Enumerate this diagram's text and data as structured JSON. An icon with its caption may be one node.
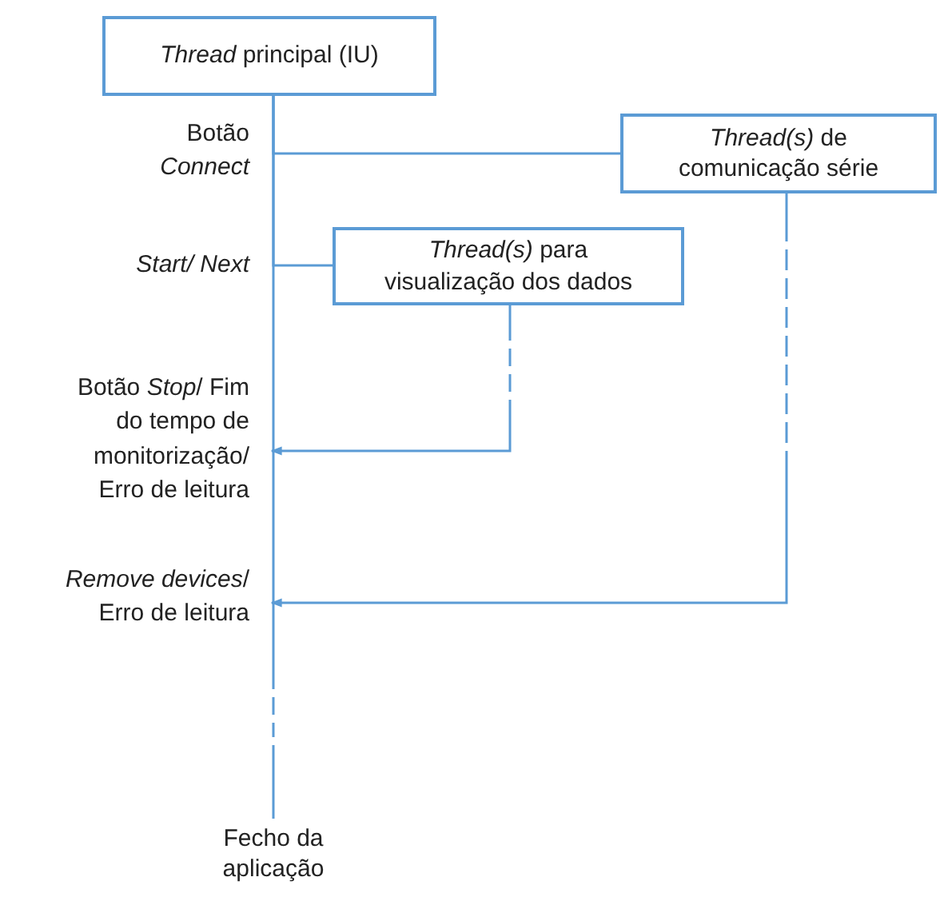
{
  "diagram": {
    "nodes": [
      {
        "text": [
          "*Thread* principal (IU)"
        ]
      },
      {
        "text": [
          "*Thread(s)* de comunicação série"
        ]
      },
      {
        "text": [
          "*Thread(s)* para visualização dos dados"
        ]
      },
      {
        "text": [
          "Fecho da aplicação"
        ]
      },
      {
        "text": [
          "Botão *Stop*/ Fim do tempo de monitorização/ Erro de leitura"
        ]
      },
      {
        "text": [
          "*Remove devices*/ Erro de leitura"
        ]
      }
    ],
    "edges": [
      {
        "from": 0,
        "to": 3,
        "arrow": "none",
        "style": "dashed"
      },
      {
        "from": 0,
        "to": 1,
        "arrow": "none"
      },
      {
        "from": 0,
        "to": 2,
        "arrow": "none"
      },
      {
        "from": 2,
        "to": 4,
        "arrow": "to",
        "style": "dashed"
      },
      {
        "from": 1,
        "to": 5,
        "arrow": "to",
        "style": "dashed"
      }
    ],
    "labels": [
      "Botão *Connect*",
      "Start/ Next"
    ]
  }
}
